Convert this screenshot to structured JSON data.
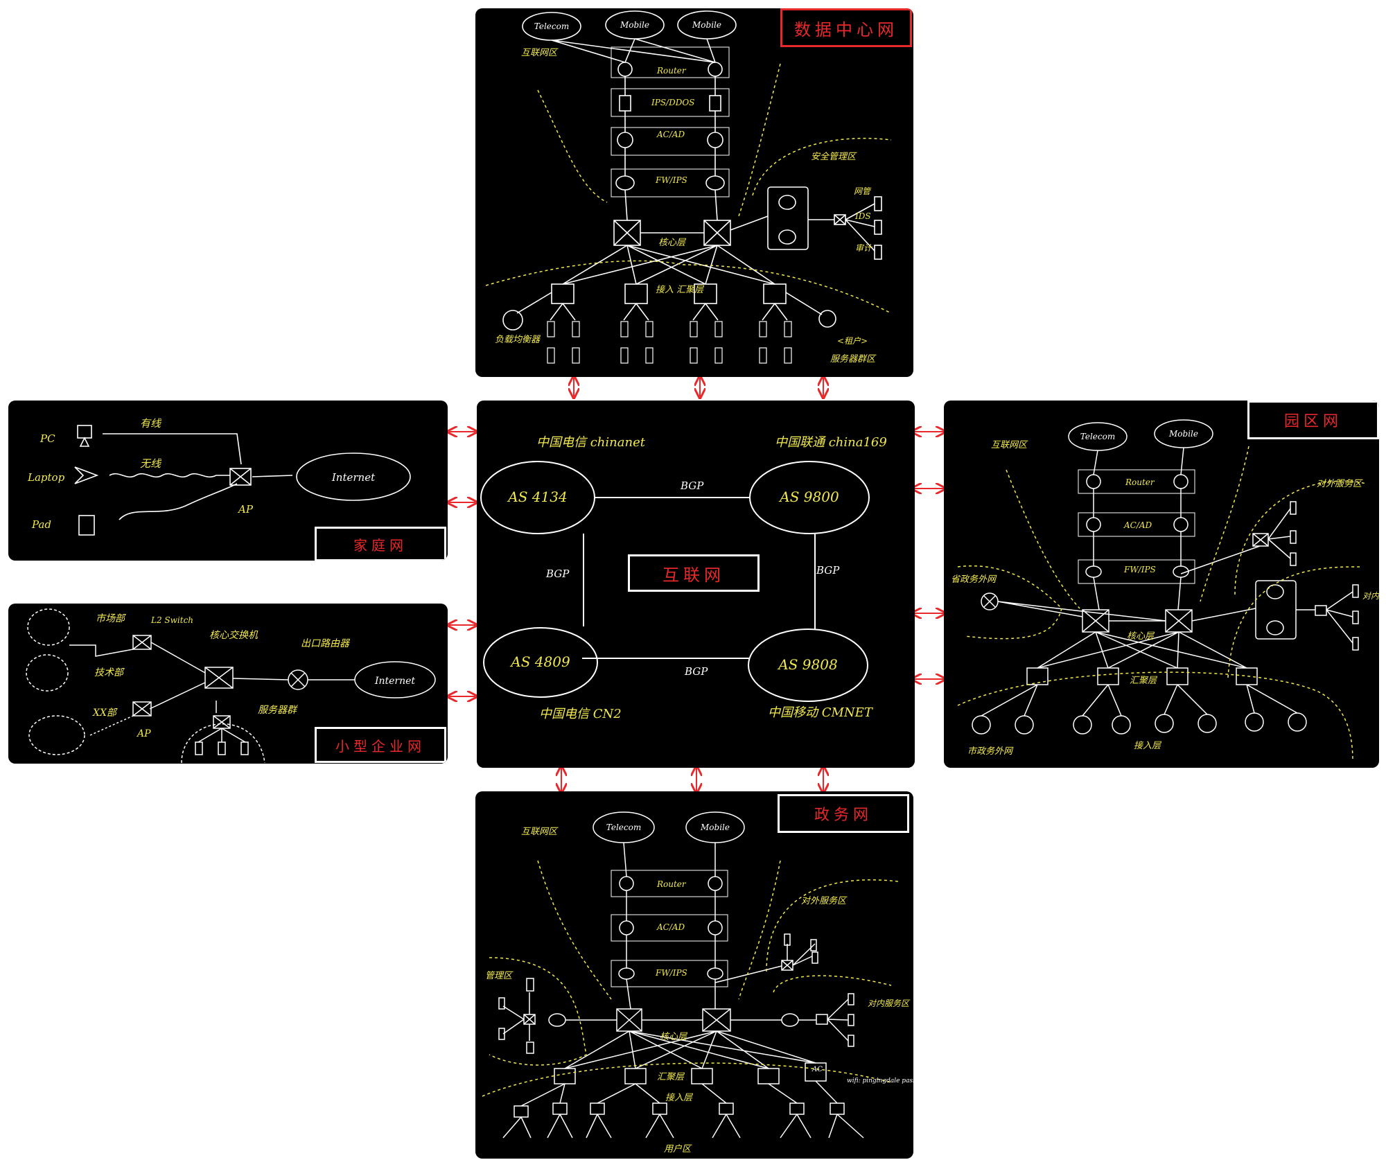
{
  "colors": {
    "panel_bg": "#000000",
    "line": "#ffffff",
    "annotation": "#f2e94e",
    "title": "#e8282b",
    "arrow": "#e8282b"
  },
  "datacenter": {
    "title": "数据中心网",
    "isps": [
      "Telecom",
      "Mobile",
      "Mobile"
    ],
    "zone_internet": "互联网区",
    "router": "Router",
    "ips_ddos": "IPS/DDOS",
    "ac_ad": "AC/AD",
    "fw_ips": "FW/IPS",
    "core": "核心层",
    "access": "接入\n汇聚层",
    "security_zone": "安全管理区",
    "sec_items": [
      "网管",
      "IDS",
      "审计"
    ],
    "lb": "负载均衡器",
    "server_zone": "服务器群区",
    "tenant": "<租户>"
  },
  "home": {
    "title": "家庭网",
    "devices": [
      "PC",
      "Laptop",
      "Pad"
    ],
    "wired": "有线",
    "wireless": "无线",
    "ap": "AP",
    "internet": "Internet"
  },
  "smb": {
    "title": "小型企业网",
    "depts": [
      "市场部",
      "技术部",
      "XX部"
    ],
    "l2switch": "L2 Switch",
    "core_switch": "核心交换机",
    "egress_router": "出口路由器",
    "server_group": "服务器群",
    "ap": "AP",
    "internet": "Internet"
  },
  "internet": {
    "title": "互联网",
    "as": [
      {
        "name": "AS 4134",
        "label": "中国电信 chinanet"
      },
      {
        "name": "AS 9800",
        "label": "中国联通 china169"
      },
      {
        "name": "AS 4809",
        "label": "中国电信 CN2"
      },
      {
        "name": "AS 9808",
        "label": "中国移动 CMNET"
      }
    ],
    "bgp": "BGP"
  },
  "campus": {
    "title": "园区网",
    "isps": [
      "Telecom",
      "Mobile"
    ],
    "zone_internet": "互联网区",
    "router": "Router",
    "ac_ad": "AC/AD",
    "fw_ips": "FW/IPS",
    "external_service": "对外服务区",
    "province_net": "省政务外网",
    "internal_service": "对内服务区",
    "core": "核心层",
    "aggregation": "汇聚层",
    "access": "接入层",
    "city_net": "市政务外网"
  },
  "gov": {
    "title": "政务网",
    "isps": [
      "Telecom",
      "Mobile"
    ],
    "zone_internet": "互联网区",
    "router": "Router",
    "ac_ad": "AC/AD",
    "fw_ips": "FW/IPS",
    "external_service": "对外服务区",
    "mgmt_zone": "管理区",
    "internal_service": "对内服务区",
    "core": "核心层",
    "aggregation": "汇聚层",
    "access": "接入层",
    "user_zone": "用户区",
    "ac": "AC",
    "wifi": "wifi: pingingdale\npass: bigbigdan"
  }
}
